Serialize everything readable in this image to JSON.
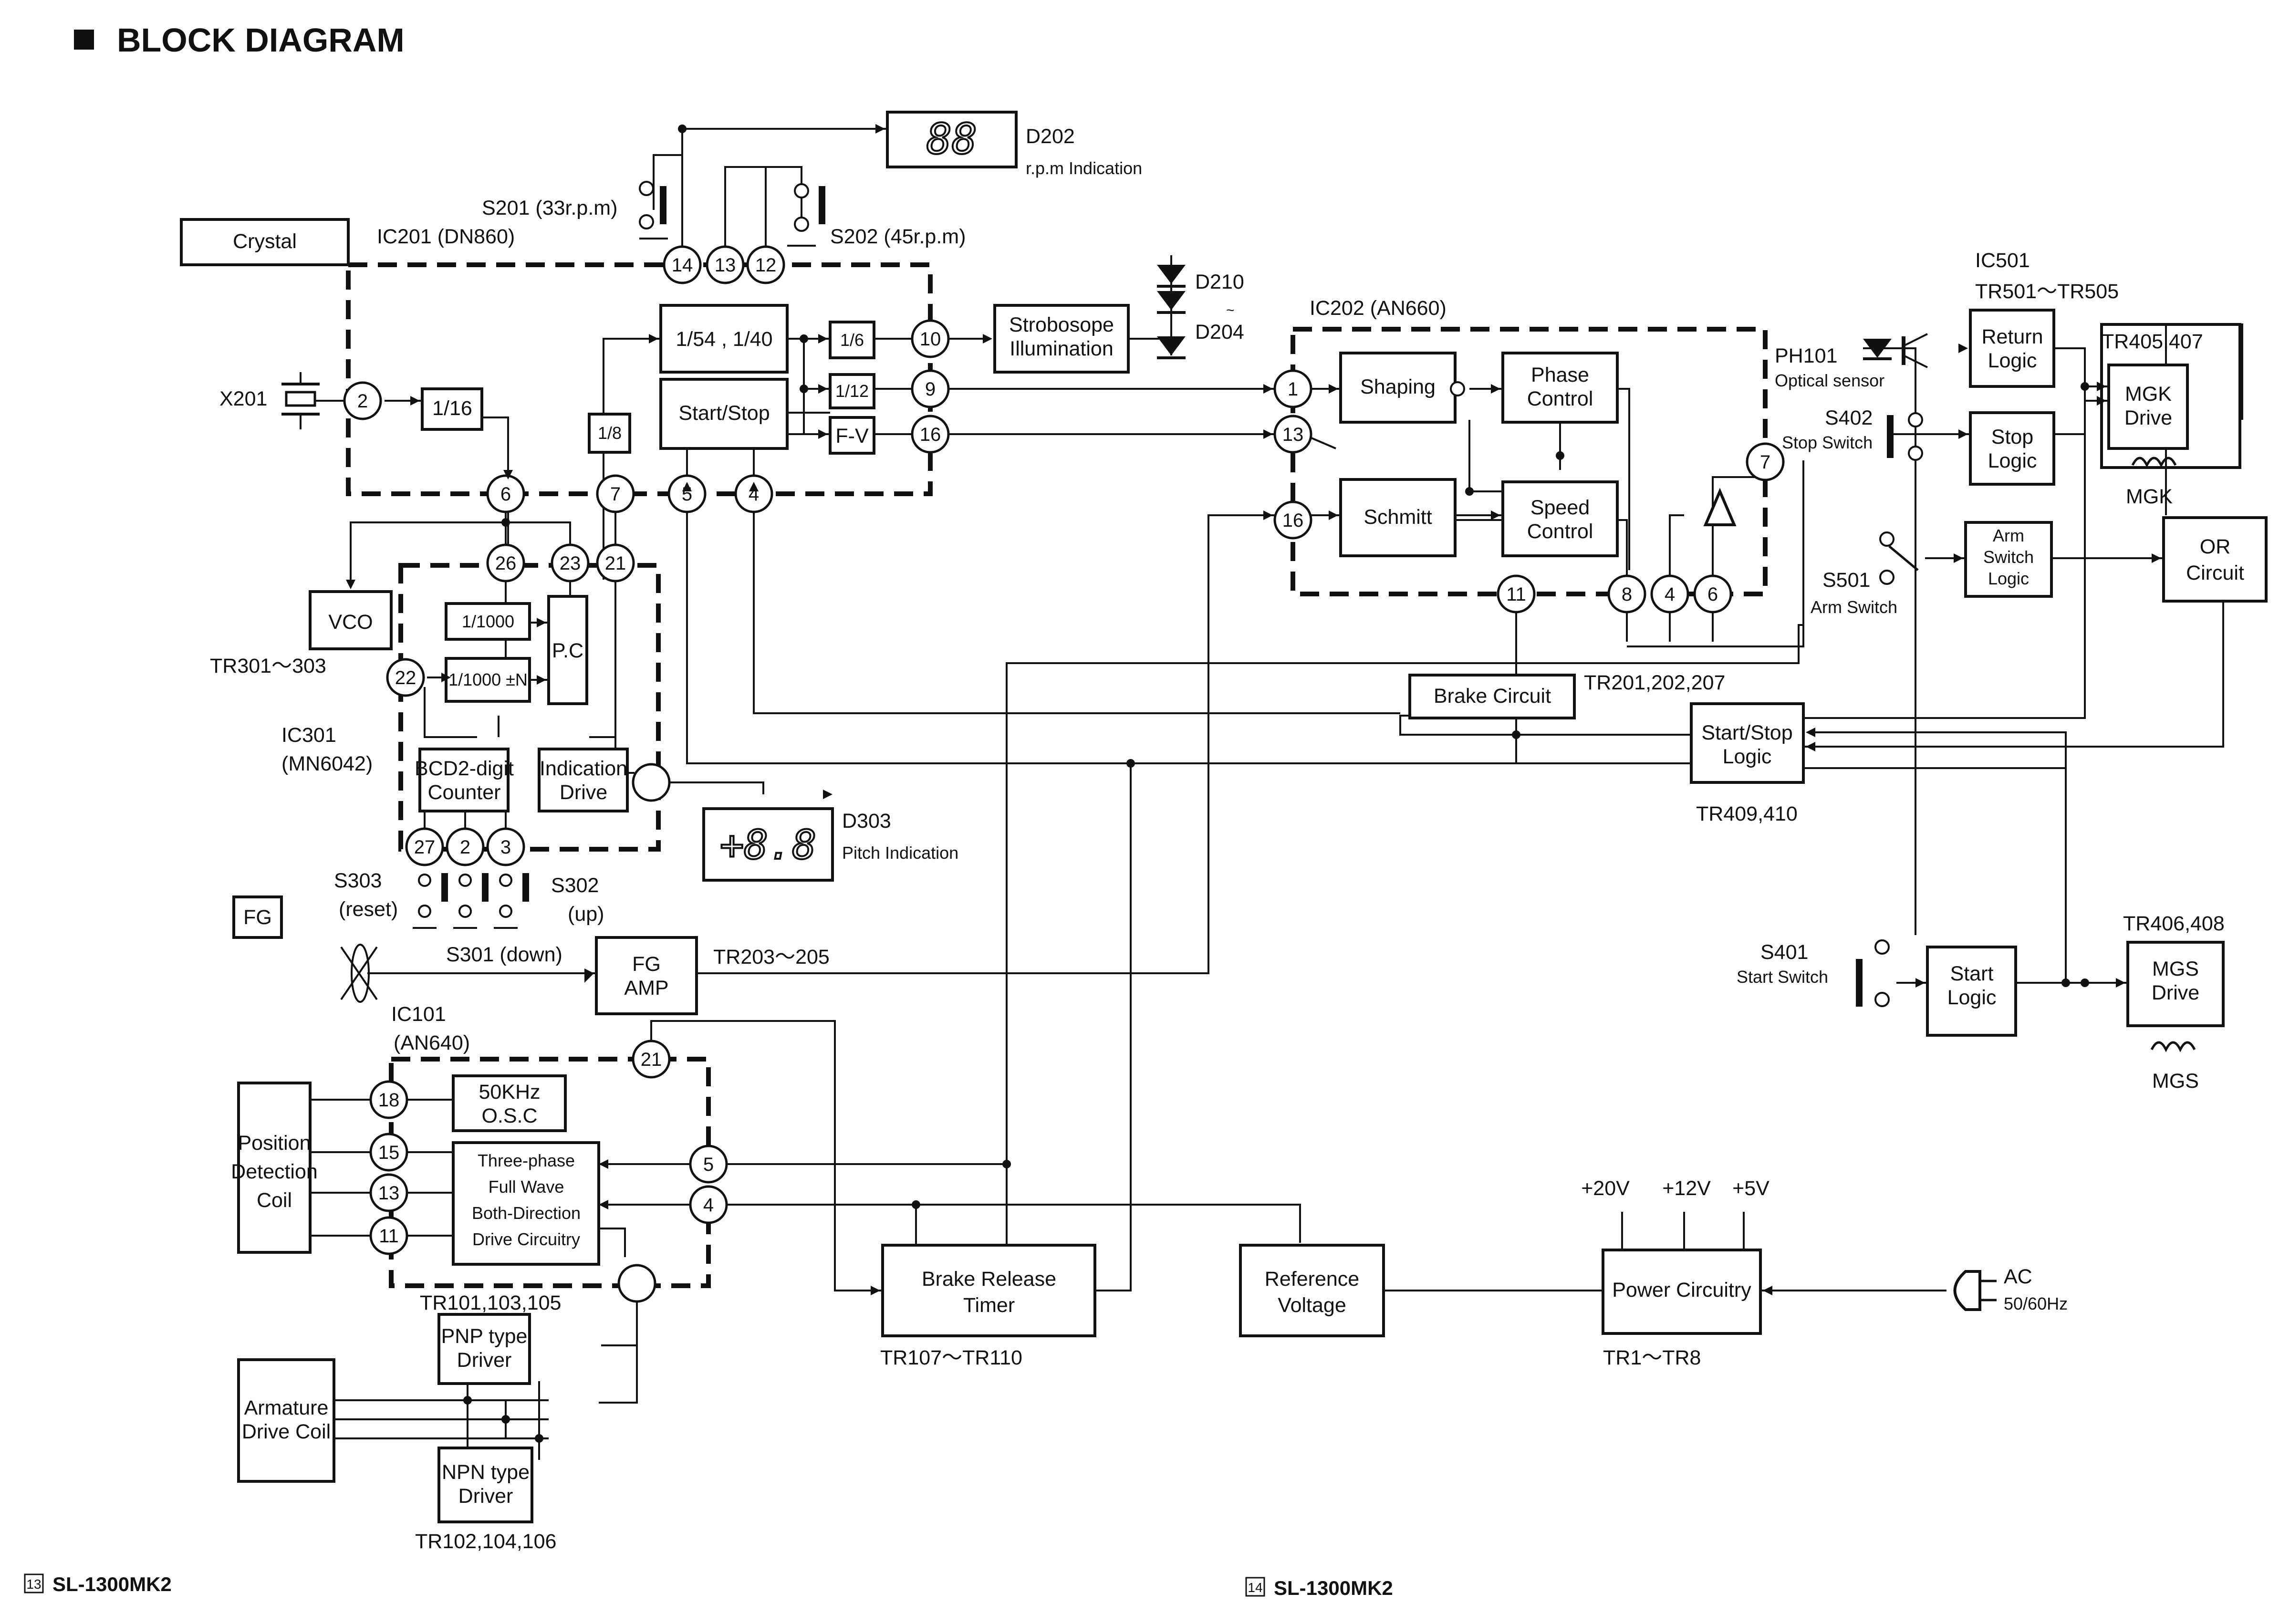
{
  "title": "BLOCK DIAGRAM",
  "footer": {
    "left_page": "13",
    "left_model": "SL-1300MK2",
    "right_page": "14",
    "right_model": "SL-1300MK2"
  },
  "ic201": {
    "name": "IC201 (DN860)",
    "div16": "1/16",
    "div5440": "1/54 , 1/40",
    "div6": "1/6",
    "div12": "1/12",
    "div8": "1/8",
    "startstop": "Start/Stop",
    "fv": "F-V",
    "pins": [
      "14",
      "13",
      "12",
      "10",
      "9",
      "16",
      "2",
      "6",
      "7",
      "5",
      "4"
    ]
  },
  "ic202": {
    "name": "IC202 (AN660)",
    "shaping": "Shaping",
    "phase": [
      "Phase",
      "Control"
    ],
    "schmitt": "Schmitt",
    "speed": [
      "Speed",
      "Control"
    ],
    "pins": [
      "1",
      "13",
      "16",
      "11",
      "8",
      "4",
      "6",
      "7"
    ]
  },
  "ic301": {
    "name": "IC301",
    "sub": "(MN6042)",
    "div1000": "1/1000",
    "div1000n": "1/1000 ±N",
    "pc": "P.C",
    "bcd": [
      "BCD2-digit",
      "Counter"
    ],
    "ind": [
      "Indication",
      "Drive"
    ],
    "pins": [
      "26",
      "23",
      "21",
      "22",
      "27",
      "2",
      "3"
    ]
  },
  "ic101": {
    "name": "IC101",
    "sub": "(AN640)",
    "osc": [
      "50KHz",
      "O.S.C"
    ],
    "three": [
      "Three-phase",
      "Full Wave",
      "Both-Direction",
      "Drive Circuitry"
    ],
    "pins": [
      "21",
      "18",
      "15",
      "13",
      "11",
      "5",
      "4"
    ],
    "tr": "TR101,103,105"
  },
  "labels": {
    "crystal": "Crystal",
    "x201": "X201",
    "vco": "VCO",
    "tr301": "TR301～303",
    "d202": "D202",
    "d202_sub": "r.p.m Indication",
    "s201": "S201 (33r.p.m)",
    "s202": "S202 (45r.p.m)",
    "d210": "D210",
    "d204": "D204",
    "strobe": [
      "Strobosope",
      "Illumination"
    ],
    "d303": "D303",
    "d303_sub": "Pitch Indication",
    "s303": "S303",
    "s303_sub": "(reset)",
    "s302": "S302",
    "s302_sub": "(up)",
    "s301": "S301 (down)",
    "fg": "FG",
    "fgamp": [
      "FG",
      "AMP"
    ],
    "tr203": "TR203～205",
    "position": [
      "Position",
      "Detection",
      "Coil"
    ],
    "armature": [
      "Armature",
      "Drive Coil"
    ],
    "pnp": [
      "PNP type",
      "Driver"
    ],
    "npn": [
      "NPN type",
      "Driver"
    ],
    "tr102": "TR102,104,106",
    "brake_release": [
      "Brake Release",
      "Timer"
    ],
    "tr107": "TR107～TR110",
    "reference": [
      "Reference",
      "Voltage"
    ],
    "power": "Power Circuitry",
    "tr1": "TR1～TR8",
    "v20": "+20V",
    "v12": "+12V",
    "v5": "+5V",
    "ac": "AC",
    "hz": "50/60Hz",
    "brake": "Brake Circuit",
    "tr201": "TR201,202,207",
    "startstop_logic": [
      "Start/Stop",
      "Logic"
    ],
    "tr409": "TR409,410",
    "ph101": "PH101",
    "ph101_sub": "Optical sensor",
    "s402": "S402",
    "s402_sub": "Stop Switch",
    "s501": "S501",
    "s501_sub": "Arm Switch",
    "ic501": "IC501",
    "tr501": "TR501～TR505",
    "return_logic": [
      "Return",
      "Logic"
    ],
    "stop_logic": [
      "Stop",
      "Logic"
    ],
    "arm_logic": [
      "Arm",
      "Switch",
      "Logic"
    ],
    "tr405": "TR405,407",
    "mgk_drive": [
      "MGK",
      "Drive"
    ],
    "mgk": "MGK",
    "or": [
      "OR",
      "Circuit"
    ],
    "s401": "S401",
    "s401_sub": "Start Switch",
    "start_logic": [
      "Start",
      "Logic"
    ],
    "tr406": "TR406,408",
    "mgs_drive": [
      "MGS",
      "Drive"
    ],
    "mgs": "MGS",
    "d202_display": "88",
    "d303_display": "+8.8"
  }
}
